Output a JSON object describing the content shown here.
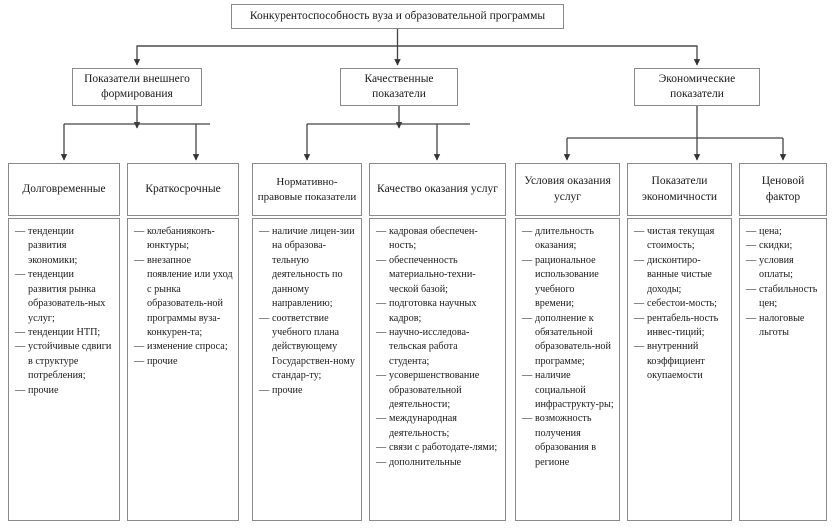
{
  "diagram": {
    "type": "hierarchy-tree",
    "title": "Конкурентоспособность вуза и образовательной программы",
    "categories": [
      {
        "label": "Показатели внешнего формирования"
      },
      {
        "label": "Качественные показатели"
      },
      {
        "label": "Экономические показатели"
      }
    ],
    "leaves": [
      {
        "title": "Долговременные",
        "items": [
          "тенденции развития экономики;",
          "тенденции развития рынка образователь-ных  услуг;",
          "тенденции НТП;",
          "устойчивые сдвиги в структуре потребления;",
          "прочие"
        ]
      },
      {
        "title": "Краткосрочные",
        "items": [
          "колебанияконъ-юнктуры;",
          "внезапное появление или уход с рынка образователь-ной программы вуза-конкурен-та;",
          "изменение спроса;",
          "прочие"
        ]
      },
      {
        "title": "Нормативно-правовые показатели",
        "items": [
          "наличие лицен-зии на образова-тельную деятельность по данному направлению;",
          "соответствие учебного плана действующему Государствен-ному стандар-ту;",
          "прочие"
        ]
      },
      {
        "title": "Качество оказания услуг",
        "items": [
          "кадровая обеспечен-ность;",
          "обеспеченность материально-техни-ческой базой;",
          "подготовка научных кадров;",
          "научно-исследова-тельская работа студента;",
          "усовершенствование образовательной деятельности;",
          "международная деятельность;",
          "связи с работодате-лями;",
          "дополнительные"
        ]
      },
      {
        "title": "Условия оказания услуг",
        "items": [
          "длительность оказания;",
          "рациональное использование учебного времени;",
          "дополнение к обязательной образователь-ной программе;",
          "наличие социальной инфраструкту-ры;",
          "возможность получения образования в регионе"
        ]
      },
      {
        "title": "Показатели экономичности",
        "items": [
          "чистая текущая стоимость;",
          "дисконтиро-ванные чистые доходы;",
          "себестои-мость;",
          "рентабель-ность инвес-тиций;",
          "внутренний коэффициент окупаемости"
        ]
      },
      {
        "title": "Ценовой фактор",
        "items": [
          "цена;",
          "скидки;",
          "условия оплаты;",
          "стабильность цен;",
          "налоговые льготы"
        ]
      }
    ],
    "colors": {
      "box_border": "#8a8a8a",
      "connector": "#444444",
      "text": "#1a1a1a",
      "background": "#ffffff"
    }
  }
}
